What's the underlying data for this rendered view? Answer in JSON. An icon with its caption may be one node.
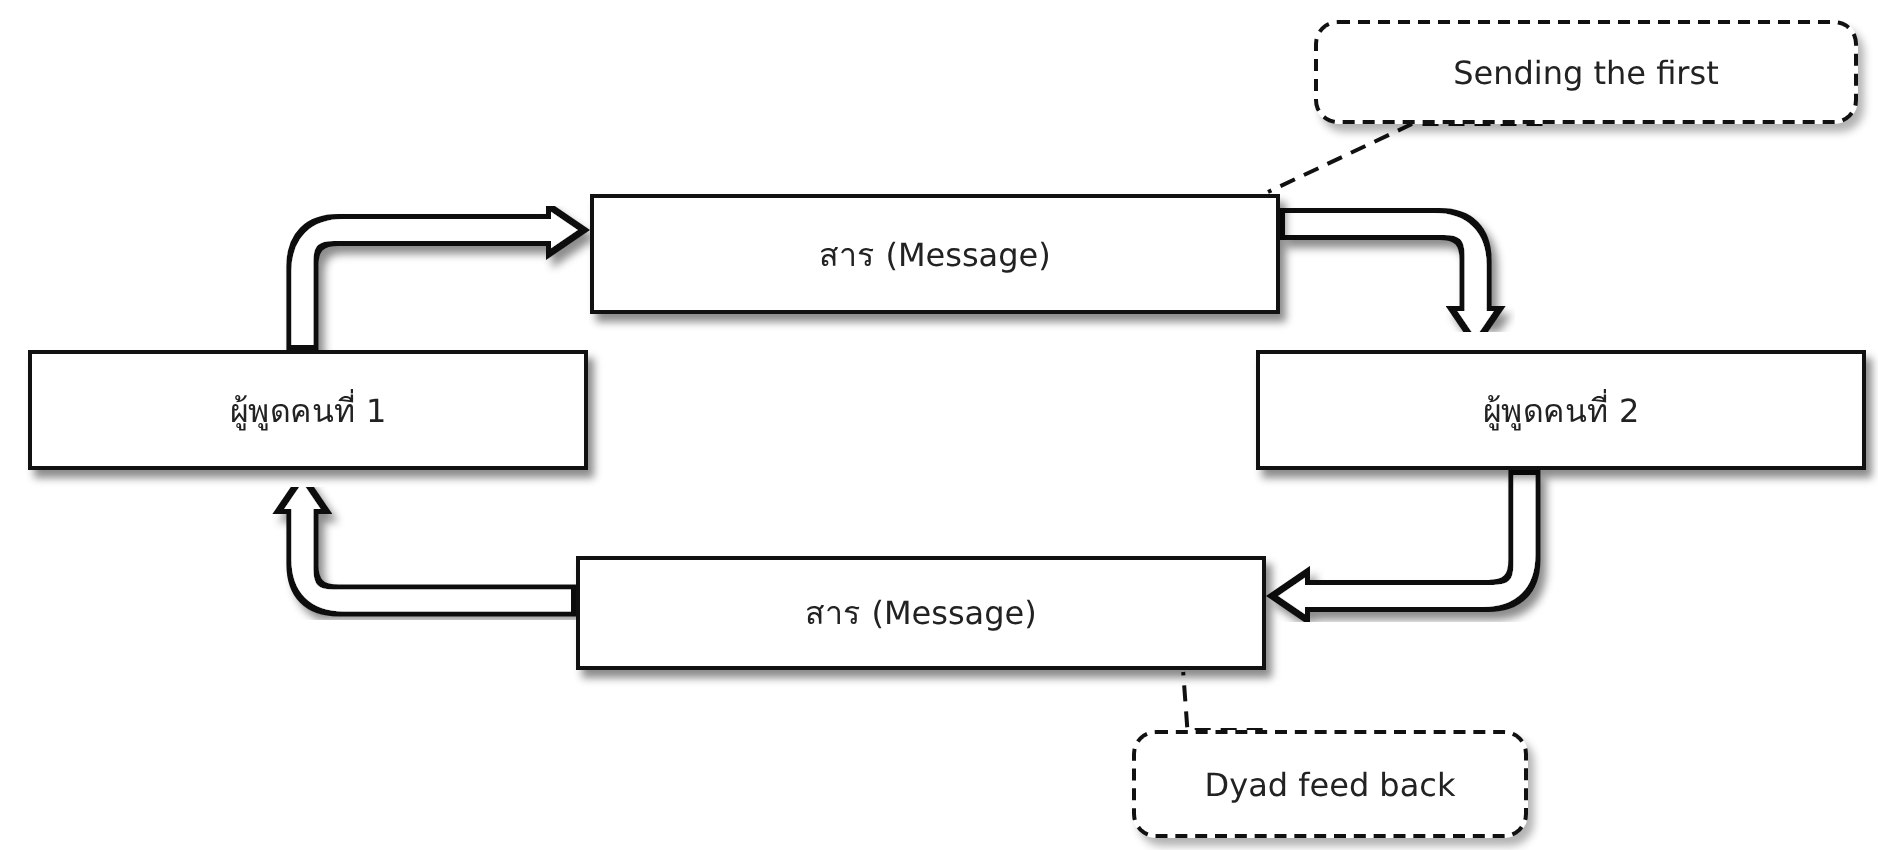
{
  "diagram": {
    "nodes": [
      {
        "text": [
          "ผู้พูดคนที่ 1"
        ]
      },
      {
        "text": [
          "สาร (Message)"
        ]
      },
      {
        "text": [
          "ผู้พูดคนที่ 2"
        ]
      },
      {
        "text": [
          "สาร (Message)"
        ]
      },
      {
        "text": [
          "Sending the first"
        ]
      },
      {
        "text": [
          "Dyad feed back"
        ]
      }
    ],
    "edges": [
      {
        "from": 0,
        "to": 1,
        "arrow": "to"
      },
      {
        "from": 1,
        "to": 2,
        "arrow": "to"
      },
      {
        "from": 2,
        "to": 3,
        "arrow": "to"
      },
      {
        "from": 3,
        "to": 0,
        "arrow": "to"
      },
      {
        "from": 4,
        "to": 1,
        "arrow": "none",
        "style": "dashed"
      },
      {
        "from": 5,
        "to": 3,
        "arrow": "none",
        "style": "dashed"
      }
    ]
  }
}
